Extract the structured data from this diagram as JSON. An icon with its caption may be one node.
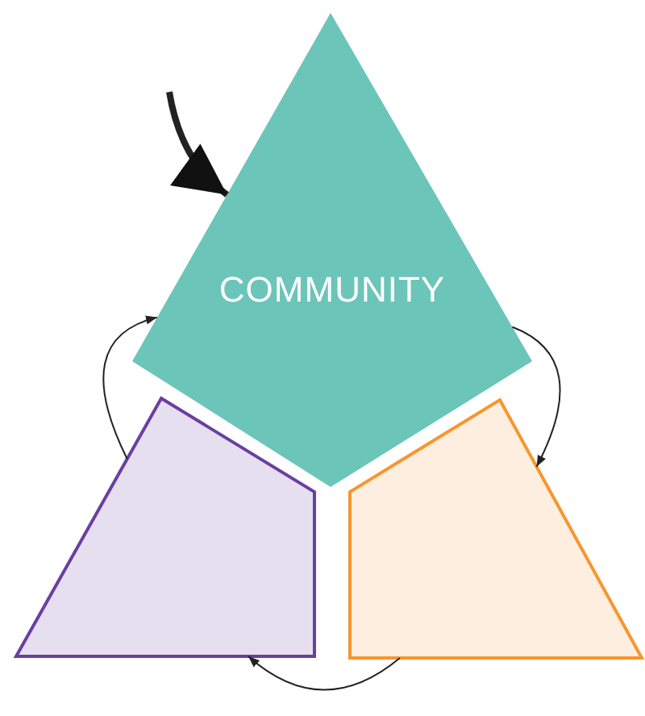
{
  "diagram": {
    "nodes": [
      {
        "text": [
          "COMMUNITY"
        ]
      },
      {
        "text": [],
        "shape": "box"
      },
      {
        "text": [],
        "shape": "box"
      }
    ],
    "edges": [
      {
        "from": null,
        "to": 0,
        "arrow": "to",
        "style": "thick"
      },
      {
        "from": 0,
        "to": 2,
        "arrow": "to"
      },
      {
        "from": 2,
        "to": 1,
        "arrow": "to"
      },
      {
        "from": 1,
        "to": 0,
        "arrow": "to"
      }
    ]
  }
}
